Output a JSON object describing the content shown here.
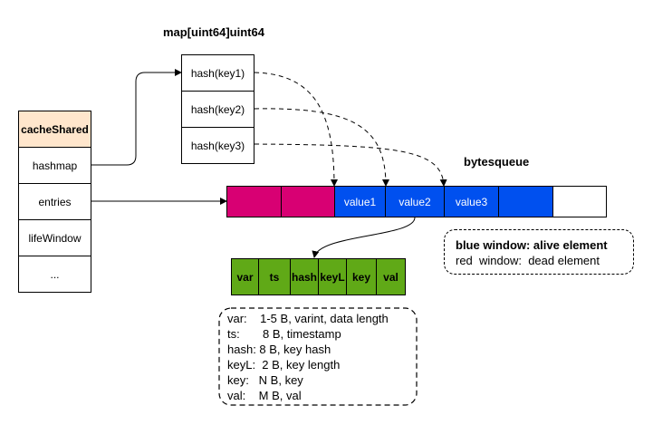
{
  "map": {
    "title": "map[uint64]uint64",
    "rows": [
      "hash(key1)",
      "hash(key2)",
      "hash(key3)"
    ]
  },
  "cache": {
    "header": "cacheShared",
    "header_color": "#ffe6cc",
    "rows": [
      "hashmap",
      "entries",
      "lifeWindow",
      "..."
    ]
  },
  "queue": {
    "title": "bytesqueue",
    "dead_color": "#d80073",
    "alive_color": "#0050ef",
    "cells": [
      "",
      "",
      "value1",
      "value2",
      "value3",
      "",
      ""
    ]
  },
  "entry": {
    "color": "#60a917",
    "fields": [
      "var",
      "ts",
      "hash",
      "keyL",
      "key",
      "val"
    ]
  },
  "legend": {
    "line1": "blue window: alive element",
    "line2": "red  window:  dead element"
  },
  "field_desc": [
    "var:    1-5 B, varint, data length",
    "ts:       8 B, timestamp",
    "hash: 8 B, key hash",
    "keyL:  2 B, key length",
    "key:   N B, key",
    "val:    M B, val"
  ]
}
